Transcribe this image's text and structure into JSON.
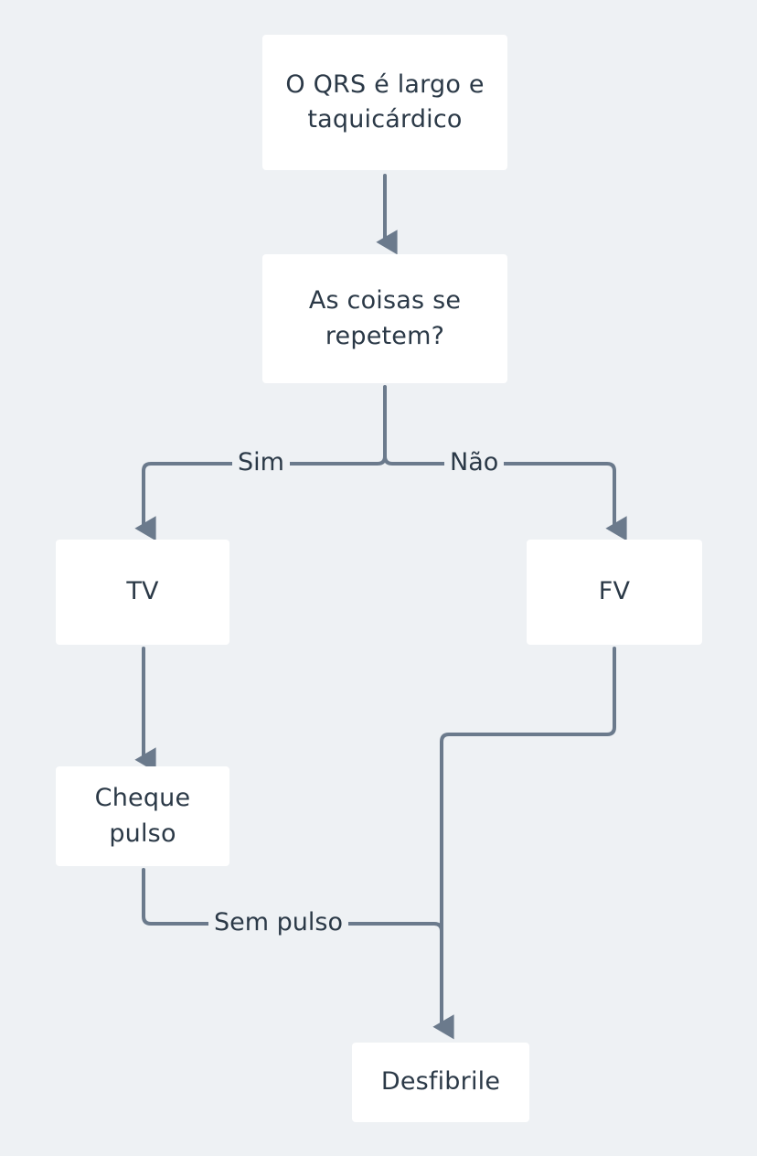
{
  "diagram": {
    "title": "O QRS é largo e taquicárdico",
    "language": "pt-BR",
    "background_color": "#eef1f4",
    "node_color": "#ffffff",
    "text_color": "#2b3947",
    "edge_color": "#6b7a8c",
    "nodes": [
      {
        "id": "root",
        "label": "O QRS é largo e taquicárdico",
        "type": "start"
      },
      {
        "id": "repeat",
        "label": "As coisas se repetem?",
        "type": "decision"
      },
      {
        "id": "tv",
        "label": "TV",
        "type": "outcome"
      },
      {
        "id": "fv",
        "label": "FV",
        "type": "outcome"
      },
      {
        "id": "pulse",
        "label": "Cheque pulso",
        "type": "action"
      },
      {
        "id": "defib",
        "label": "Desfibrile",
        "type": "action"
      }
    ],
    "edges": [
      {
        "from": "root",
        "to": "repeat",
        "label": ""
      },
      {
        "from": "repeat",
        "to": "tv",
        "label": "Sim"
      },
      {
        "from": "repeat",
        "to": "fv",
        "label": "Não"
      },
      {
        "from": "tv",
        "to": "pulse",
        "label": ""
      },
      {
        "from": "pulse",
        "to": "defib",
        "label": "Sem pulso"
      },
      {
        "from": "fv",
        "to": "defib",
        "label": ""
      }
    ],
    "edge_labels": {
      "yes": "Sim",
      "no": "Não",
      "no_pulse": "Sem pulso"
    }
  }
}
